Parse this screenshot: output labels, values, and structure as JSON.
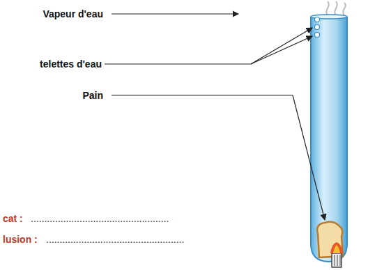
{
  "diagram": {
    "labels": [
      "Vapeur d'eau",
      "telettes d'eau",
      "Pain",
      "cat :",
      "...................................................",
      "lusion :",
      "..................................................."
    ]
  }
}
